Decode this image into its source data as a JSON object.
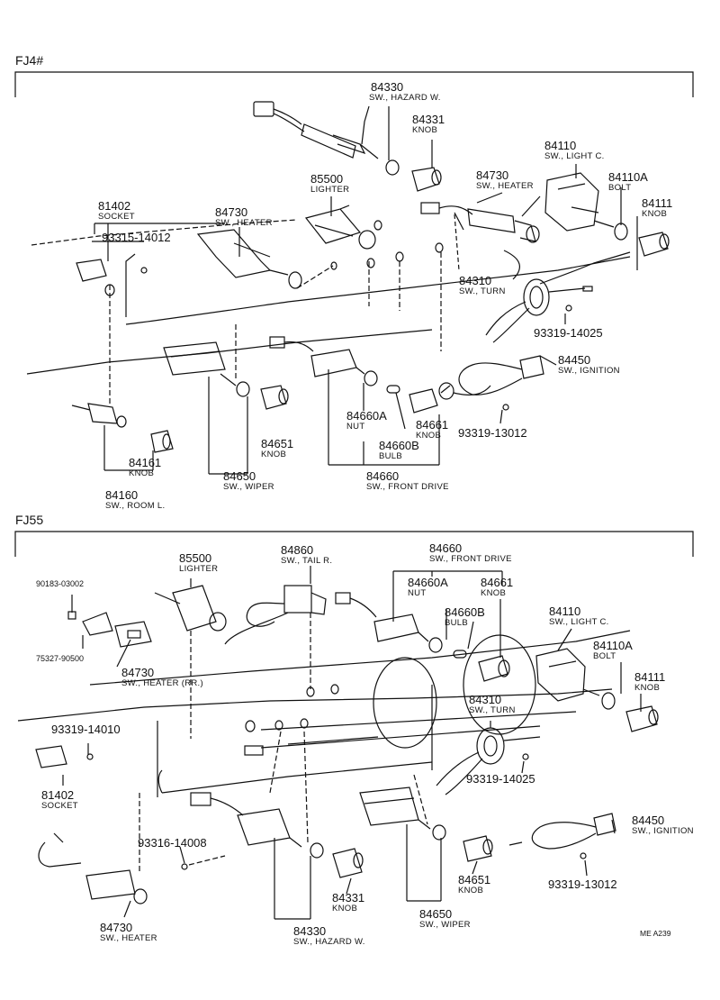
{
  "sections": {
    "fj40": "FJ4#",
    "fj55": "FJ55"
  },
  "top": {
    "p84330": {
      "num": "84330",
      "name": "SW., HAZARD W."
    },
    "p84331": {
      "num": "84331",
      "name": "KNOB"
    },
    "p85500": {
      "num": "85500",
      "name": "LIGHTER"
    },
    "p84730r": {
      "num": "84730",
      "name": "SW., HEATER"
    },
    "p84110": {
      "num": "84110",
      "name": "SW., LIGHT C."
    },
    "p84110a": {
      "num": "84110A",
      "name": "BOLT"
    },
    "p84111": {
      "num": "84111",
      "name": "KNOB"
    },
    "p81402": {
      "num": "81402",
      "name": "SOCKET"
    },
    "p84730l": {
      "num": "84730",
      "name": "SW., HEATER"
    },
    "p93315": {
      "num": "93315-14012"
    },
    "p84310": {
      "num": "84310",
      "name": "SW., TURN"
    },
    "p93319a": {
      "num": "93319-14025"
    },
    "p84450": {
      "num": "84450",
      "name": "SW., IGNITION"
    },
    "p84660a": {
      "num": "84660A",
      "name": "NUT"
    },
    "p84661": {
      "num": "84661",
      "name": "KNOB"
    },
    "p93319b": {
      "num": "93319-13012"
    },
    "p84660b": {
      "num": "84660B",
      "name": "BULB"
    },
    "p84660": {
      "num": "84660",
      "name": "SW., FRONT DRIVE"
    },
    "p84651": {
      "num": "84651",
      "name": "KNOB"
    },
    "p84650": {
      "num": "84650",
      "name": "SW., WIPER"
    },
    "p84161": {
      "num": "84161",
      "name": "KNOB"
    },
    "p84160": {
      "num": "84160",
      "name": "SW., ROOM L."
    }
  },
  "bottom": {
    "p85500": {
      "num": "85500",
      "name": "LIGHTER"
    },
    "p84860": {
      "num": "84860",
      "name": "SW., TAIL R."
    },
    "p84660": {
      "num": "84660",
      "name": "SW., FRONT DRIVE"
    },
    "p84660a": {
      "num": "84660A",
      "name": "NUT"
    },
    "p84661": {
      "num": "84661",
      "name": "KNOB"
    },
    "p84660b": {
      "num": "84660B",
      "name": "BULB"
    },
    "p90183": {
      "num": "90183-03002"
    },
    "p75327": {
      "num": "75327-90500"
    },
    "p84730rr": {
      "num": "84730",
      "name": "SW., HEATER (RR.)"
    },
    "p84110": {
      "num": "84110",
      "name": "SW., LIGHT C."
    },
    "p84110a": {
      "num": "84110A",
      "name": "BOLT"
    },
    "p84111": {
      "num": "84111",
      "name": "KNOB"
    },
    "p84310": {
      "num": "84310",
      "name": "SW., TURN"
    },
    "p93319a": {
      "num": "93319-14010"
    },
    "p93319b": {
      "num": "93319-14025"
    },
    "p81402": {
      "num": "81402",
      "name": "SOCKET"
    },
    "p93316": {
      "num": "93316-14008"
    },
    "p84450": {
      "num": "84450",
      "name": "SW., IGNITION"
    },
    "p93319c": {
      "num": "93319-13012"
    },
    "p84331": {
      "num": "84331",
      "name": "KNOB"
    },
    "p84651": {
      "num": "84651",
      "name": "KNOB"
    },
    "p84730": {
      "num": "84730",
      "name": "SW., HEATER"
    },
    "p84330": {
      "num": "84330",
      "name": "SW., HAZARD W."
    },
    "p84650": {
      "num": "84650",
      "name": "SW., WIPER"
    }
  },
  "footer": {
    "code": "ME  A239"
  }
}
